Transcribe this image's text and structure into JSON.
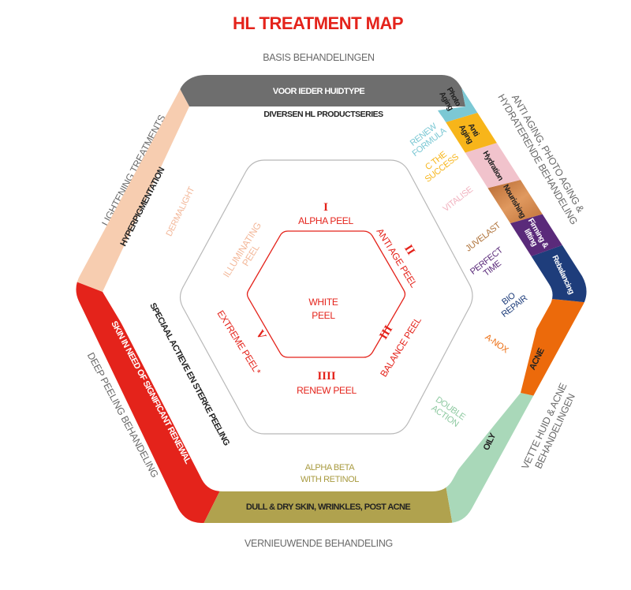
{
  "title": "HL TREATMENT MAP",
  "colors": {
    "title": "#e4231b",
    "grey_band": "#6e6e6e",
    "peach_band": "#f7cdb0",
    "red_band": "#e4231b",
    "olive_band": "#b0a24e",
    "mint_band": "#a9d8b9",
    "orange_band": "#ec6a0b",
    "navy_band": "#1e3d7b",
    "purple_band": "#5a2a7a",
    "copper_band": "#c77a40",
    "pink_band": "#f1c3cc",
    "yellow_band": "#f7b51a",
    "cyan_band": "#7cc8d4"
  },
  "categories": {
    "top": "BASIS BEHANDELINGEN",
    "top_right_line1": "ANTI AGING, PHOTO AGING &",
    "top_right_line2": "HYDRATERENDE BEHANDELING",
    "bottom_right_line1": "VETTE HUID & ACNE",
    "bottom_right_line2": "BEHANDELINGEN",
    "bottom": "VERNIEUWENDE BEHANDELING",
    "bottom_left": "DEEP PEELING BEHANDELING",
    "top_left": "LIGHTENING TREATMENTS"
  },
  "bands": {
    "top": "VOOR IEDER HUIDTYPE",
    "top_left": "HYPERPIGMENTATION",
    "bottom_left": "SKIN IN NEED OF SIGNIFICANT RENEWAL",
    "bottom": "DULL & DRY SKIN, WRINKLES, POST ACNE",
    "oily": "OILY",
    "acne": "ACNE",
    "right_segments": [
      {
        "line1": "Photo",
        "line2": "Aging"
      },
      {
        "line1": "Anti",
        "line2": "Aging"
      },
      {
        "line1": "Hydration",
        "line2": ""
      },
      {
        "line1": "Nourishing",
        "line2": ""
      },
      {
        "line1": "Firming &",
        "line2": "lifting"
      },
      {
        "line1": "Rebalancing",
        "line2": ""
      }
    ]
  },
  "products": {
    "top": "DIVERSEN HL PRODUCTSERIES",
    "renew_formula": {
      "line1": "RENEW",
      "line2": "FORMULA"
    },
    "c_the_success": {
      "line1": "C THE",
      "line2": "SUCCESS"
    },
    "vitalise": "VITALISE",
    "juvelast": "JUVELAST",
    "perfect_time": {
      "line1": "PERFECT",
      "line2": "TIME"
    },
    "bio_repair": {
      "line1": "BIO",
      "line2": "REPAIR"
    },
    "a_nox": "A-NOX",
    "double_action": {
      "line1": "DOUBLE",
      "line2": "ACTION"
    },
    "alpha_beta": {
      "line1": "ALPHA BETA",
      "line2": "WITH RETINOL"
    },
    "special_active": "SPECIAAL ACTIEVE EN STERKE PEELING",
    "dermalight": "DERMALIGHT"
  },
  "peels": {
    "center": {
      "line1": "WHITE",
      "line2": "PEEL"
    },
    "i": {
      "numeral": "I",
      "label": "ALPHA PEEL"
    },
    "ii": {
      "numeral": "II",
      "label": "ANTI AGE PEEL"
    },
    "iii": {
      "numeral": "III",
      "label": "BALANCE PEEL"
    },
    "iiii": {
      "numeral": "IIII",
      "label": "RENEW PEEL"
    },
    "v": {
      "numeral": "V",
      "label": "EXTREME PEEL*"
    },
    "illuminating": {
      "line1": "ILLUMINATING",
      "line2": "PEEL"
    }
  }
}
